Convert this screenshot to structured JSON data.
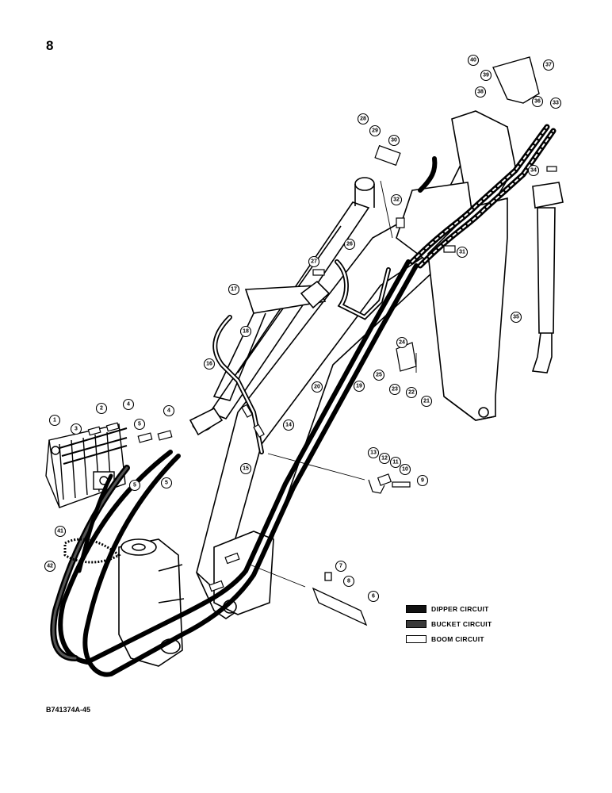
{
  "page_number": "8",
  "reference_code": "B741374A-45",
  "legend": {
    "items": [
      {
        "label": "DIPPER CIRCUIT",
        "color": "#111111"
      },
      {
        "label": "BUCKET CIRCUIT",
        "color": "#3a3a3a"
      },
      {
        "label": "BOOM CIRCUIT",
        "color": "#ffffff"
      }
    ]
  },
  "callouts": [
    {
      "id": "c1",
      "label": "1"
    },
    {
      "id": "c2",
      "label": "2"
    },
    {
      "id": "c3",
      "label": "3"
    },
    {
      "id": "c4a",
      "label": "4"
    },
    {
      "id": "c4b",
      "label": "4"
    },
    {
      "id": "c5a",
      "label": "5"
    },
    {
      "id": "c5b",
      "label": "5"
    },
    {
      "id": "c5c",
      "label": "5"
    },
    {
      "id": "c6",
      "label": "6"
    },
    {
      "id": "c7",
      "label": "7"
    },
    {
      "id": "c8",
      "label": "8"
    },
    {
      "id": "c9",
      "label": "9"
    },
    {
      "id": "c10",
      "label": "10"
    },
    {
      "id": "c11",
      "label": "11"
    },
    {
      "id": "c12",
      "label": "12"
    },
    {
      "id": "c13",
      "label": "13"
    },
    {
      "id": "c14",
      "label": "14"
    },
    {
      "id": "c15",
      "label": "15"
    },
    {
      "id": "c16",
      "label": "16"
    },
    {
      "id": "c17",
      "label": "17"
    },
    {
      "id": "c18",
      "label": "18"
    },
    {
      "id": "c19",
      "label": "19"
    },
    {
      "id": "c20",
      "label": "20"
    },
    {
      "id": "c21",
      "label": "21"
    },
    {
      "id": "c22",
      "label": "22"
    },
    {
      "id": "c23",
      "label": "23"
    },
    {
      "id": "c24",
      "label": "24"
    },
    {
      "id": "c25",
      "label": "25"
    },
    {
      "id": "c26",
      "label": "26"
    },
    {
      "id": "c27",
      "label": "27"
    },
    {
      "id": "c28",
      "label": "28"
    },
    {
      "id": "c29",
      "label": "29"
    },
    {
      "id": "c30",
      "label": "30"
    },
    {
      "id": "c31",
      "label": "31"
    },
    {
      "id": "c32",
      "label": "32"
    },
    {
      "id": "c33",
      "label": "33"
    },
    {
      "id": "c34",
      "label": "34"
    },
    {
      "id": "c35",
      "label": "35"
    },
    {
      "id": "c36",
      "label": "36"
    },
    {
      "id": "c37",
      "label": "37"
    },
    {
      "id": "c38",
      "label": "38"
    },
    {
      "id": "c39",
      "label": "39"
    },
    {
      "id": "c40",
      "label": "40"
    },
    {
      "id": "c41",
      "label": "41"
    },
    {
      "id": "c42",
      "label": "42"
    }
  ]
}
